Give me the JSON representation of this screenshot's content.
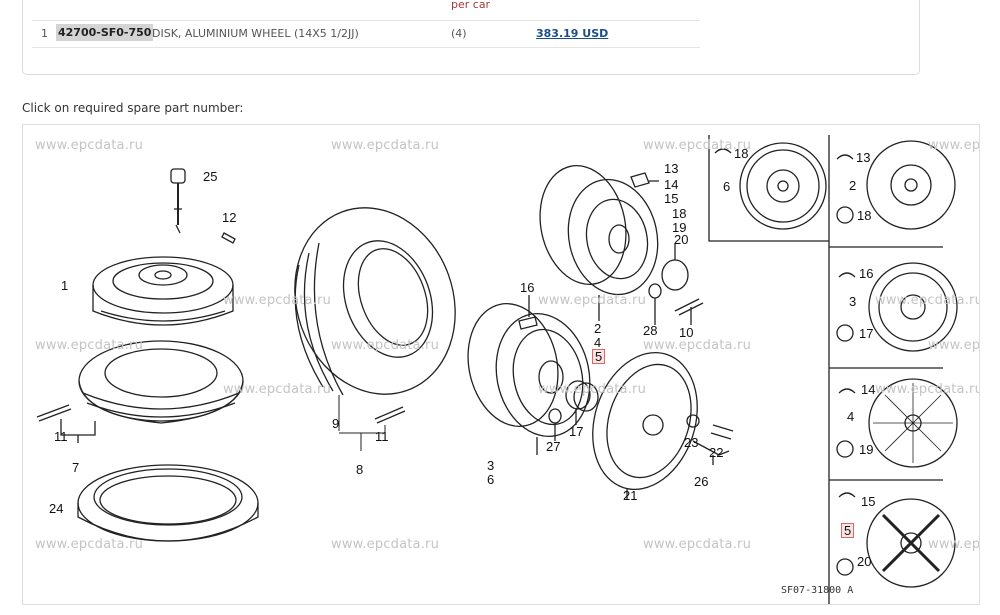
{
  "parts_table": {
    "header_fragment": "per car",
    "rows": [
      {
        "index": "1",
        "part_number": "42700-SF0-750",
        "description": "DISK, ALUMINIUM WHEEL (14X5 1/2JJ)",
        "quantity": "(4)",
        "price": "383.19 USD"
      }
    ]
  },
  "instruction": "Click on required spare part number:",
  "diagram": {
    "watermark": "www.epcdata.ru",
    "drawing_code": "SF07-31800 A",
    "highlight_color": "#d66666",
    "callouts": [
      {
        "id": "25",
        "label": "25"
      },
      {
        "id": "12",
        "label": "12"
      },
      {
        "id": "1",
        "label": "1"
      },
      {
        "id": "11a",
        "label": "11"
      },
      {
        "id": "7",
        "label": "7"
      },
      {
        "id": "24",
        "label": "24"
      },
      {
        "id": "9",
        "label": "9"
      },
      {
        "id": "11b",
        "label": "11"
      },
      {
        "id": "8",
        "label": "8"
      },
      {
        "id": "16a",
        "label": "16"
      },
      {
        "id": "3",
        "label": "3"
      },
      {
        "id": "6a",
        "label": "6"
      },
      {
        "id": "27",
        "label": "27"
      },
      {
        "id": "17a",
        "label": "17"
      },
      {
        "id": "21",
        "label": "21"
      },
      {
        "id": "23",
        "label": "23"
      },
      {
        "id": "22",
        "label": "22"
      },
      {
        "id": "26",
        "label": "26"
      },
      {
        "id": "13a",
        "label": "13"
      },
      {
        "id": "14a",
        "label": "14"
      },
      {
        "id": "15a",
        "label": "15"
      },
      {
        "id": "18a",
        "label": "18"
      },
      {
        "id": "19a",
        "label": "19"
      },
      {
        "id": "20a",
        "label": "20"
      },
      {
        "id": "2a",
        "label": "2"
      },
      {
        "id": "4a",
        "label": "4"
      },
      {
        "id": "5a",
        "label": "5",
        "highlighted": true
      },
      {
        "id": "28",
        "label": "28"
      },
      {
        "id": "10",
        "label": "10"
      },
      {
        "id": "18b",
        "label": "18"
      },
      {
        "id": "6b",
        "label": "6"
      },
      {
        "id": "13b",
        "label": "13"
      },
      {
        "id": "2b",
        "label": "2"
      },
      {
        "id": "18c",
        "label": "18"
      },
      {
        "id": "16b",
        "label": "16"
      },
      {
        "id": "3b",
        "label": "3"
      },
      {
        "id": "17b",
        "label": "17"
      },
      {
        "id": "14b",
        "label": "14"
      },
      {
        "id": "4b",
        "label": "4"
      },
      {
        "id": "19b",
        "label": "19"
      },
      {
        "id": "15b",
        "label": "15"
      },
      {
        "id": "5b",
        "label": "5",
        "highlighted": true
      },
      {
        "id": "20b",
        "label": "20"
      }
    ]
  }
}
